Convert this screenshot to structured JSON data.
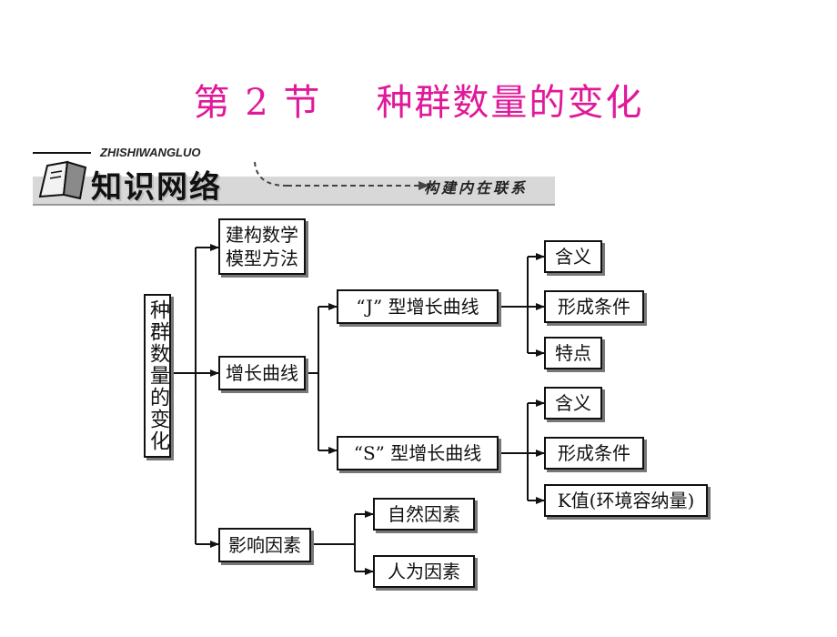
{
  "title": {
    "section": "第 2 节",
    "name": "种群数量的变化"
  },
  "banner": {
    "pinyin": "ZHISHIWANGLUO",
    "heading": "知识网络",
    "subtitle": "构建内在联系"
  },
  "diagram": {
    "root": "种群数量的变化",
    "model_method": "建构数学模型方法",
    "growth_curve": "增长曲线",
    "j_curve": "“J” 型增长曲线",
    "j_children": [
      "含义",
      "形成条件",
      "特点"
    ],
    "s_curve": "“S” 型增长曲线",
    "s_children": [
      "含义",
      "形成条件",
      "K值(环境容纳量)"
    ],
    "factors": "影响因素",
    "factor_children": [
      "自然因素",
      "人为因素"
    ]
  }
}
